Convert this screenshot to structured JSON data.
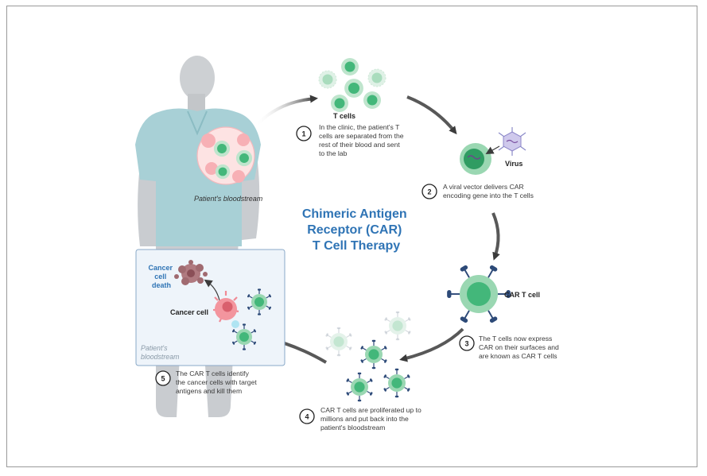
{
  "title": {
    "line1": "Chimeric Antigen",
    "line2": "Receptor (CAR)",
    "line3": "T Cell Therapy"
  },
  "colors": {
    "title": "#2f74b5",
    "cell_green": "#43b77a",
    "cell_pink": "#f06e7a",
    "receptor_navy": "#2d4a78",
    "arrow": "#3b3b3b"
  },
  "labels": {
    "bloodstream": "Patient's bloodstream",
    "t_cells": "T cells",
    "virus": "Virus",
    "car_t_cell": "CAR T cell",
    "cancer_cell": "Cancer cell",
    "cancer_death": [
      "Cancer",
      "cell",
      "death"
    ],
    "inset_bloodstream": [
      "Patient's",
      "bloodstream"
    ]
  },
  "steps": [
    {
      "number": "1",
      "lines": [
        "In the clinic, the patient's T",
        "cells are separated from the",
        "rest of their blood and sent",
        "to the lab"
      ]
    },
    {
      "number": "2",
      "lines": [
        "A viral vector delivers CAR",
        "encoding gene into the T cells"
      ]
    },
    {
      "number": "3",
      "lines": [
        "The T cells now express",
        "CAR on their surfaces and",
        "are known as CAR T cells"
      ]
    },
    {
      "number": "4",
      "lines": [
        "CAR T cells are proliferated up to",
        "millions and put back into the",
        "patient's bloodstream"
      ]
    },
    {
      "number": "5",
      "lines": [
        "The CAR T cells identify",
        "the cancer cells with target",
        "antigens and kill them"
      ]
    }
  ],
  "icons": [
    "person-silhouette-icon",
    "t-cell-icon",
    "virus-icon",
    "car-t-cell-icon",
    "cancer-cell-icon",
    "cell-death-icon",
    "cycle-arrow-icon"
  ]
}
